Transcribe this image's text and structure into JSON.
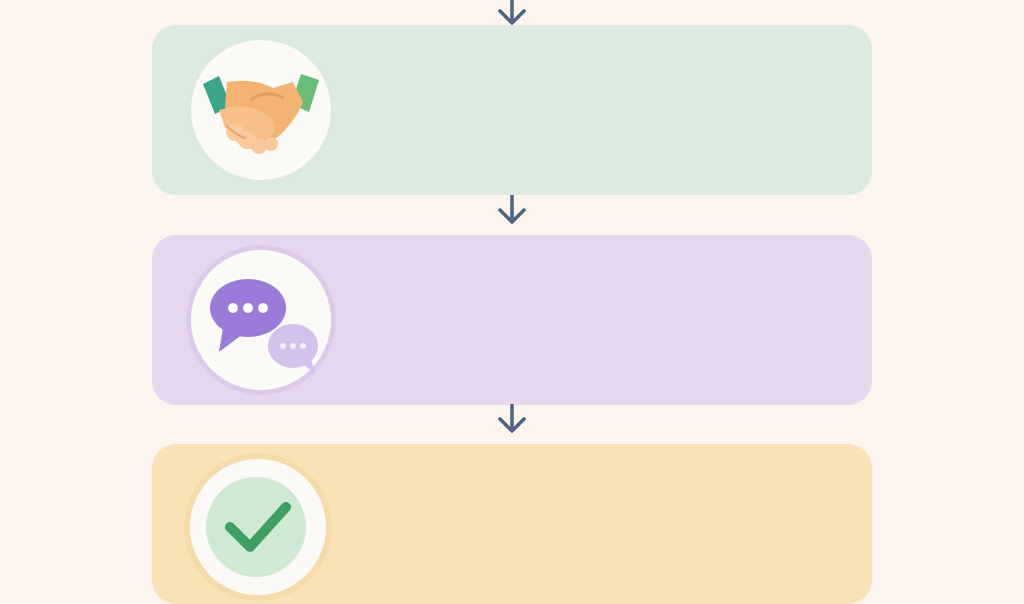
{
  "diagram": {
    "steps": [
      {
        "id": "agree",
        "icon": "handshake-icon",
        "color": "#dcebdf"
      },
      {
        "id": "talk",
        "icon": "chat-bubbles-icon",
        "color": "#e6d7ee"
      },
      {
        "id": "done",
        "icon": "checkmark-icon",
        "color": "#f8e2b6"
      }
    ],
    "connector_color": "#4f6282"
  }
}
